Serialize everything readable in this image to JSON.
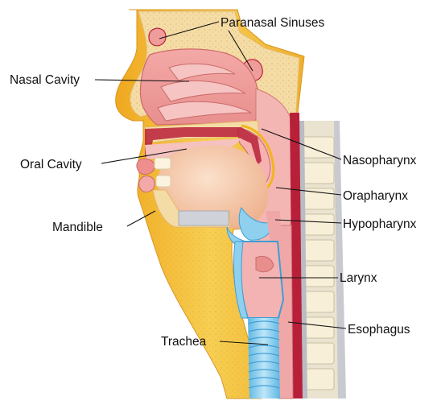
{
  "labels": {
    "paranasal_sinuses": "Paranasal Sinuses",
    "nasal_cavity": "Nasal Cavity",
    "oral_cavity": "Oral Cavity",
    "mandible": "Mandible",
    "nasopharynx": "Nasopharynx",
    "oropharynx": "Orapharynx",
    "hypopharynx": "Hypopharynx",
    "larynx": "Larynx",
    "esophagus": "Esophagus",
    "trachea": "Trachea"
  },
  "colors": {
    "skin": "#f2c98e",
    "fat": "#f6c23a",
    "bone": "#f4dfae",
    "mucosa": "#ee9d9b",
    "mucosa_light": "#f5c2c0",
    "tongue": "#f5c9a9",
    "muscle_red": "#b8203a",
    "cartilage_blue": "#8fd0ee",
    "vertebra": "#f7efd7",
    "disc_gray": "#b9bcc3",
    "leader": "#111111"
  }
}
